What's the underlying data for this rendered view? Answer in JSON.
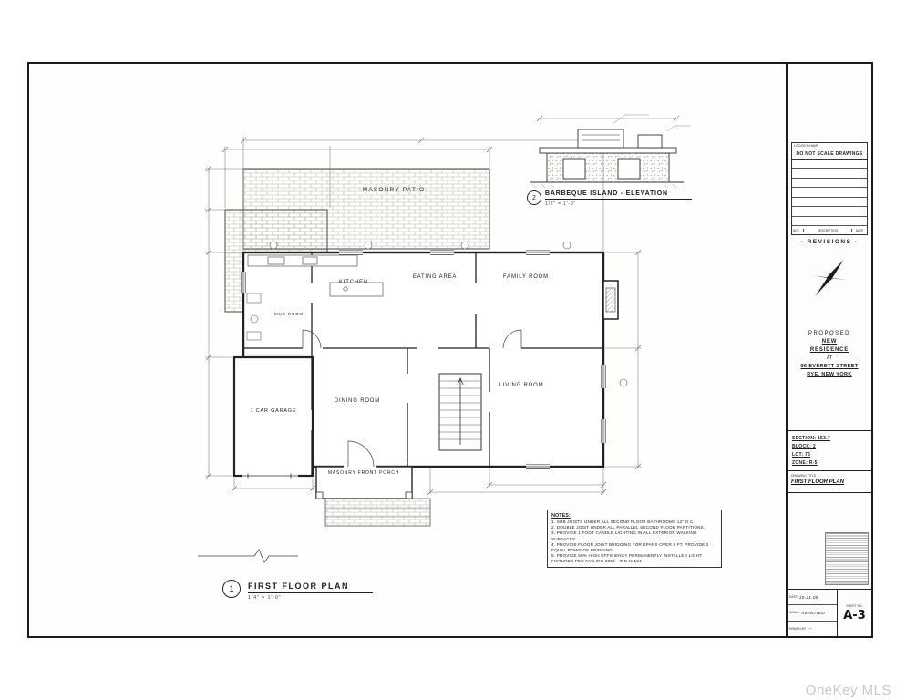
{
  "watermark": "OneKey MLS",
  "sheet": {
    "plan_callout": {
      "number": "1",
      "title": "FIRST FLOOR PLAN",
      "scale": "1/4\" = 1'-0\""
    },
    "detail_callout": {
      "number": "2",
      "title": "BARBEQUE ISLAND - ELEVATION",
      "scale": "1/2\" = 1'-0\""
    },
    "rooms": {
      "patio": "MASONRY PATIO",
      "kitchen": "KITCHEN",
      "eating": "EATING AREA",
      "family": "FAMILY ROOM",
      "mud": "MUD ROOM",
      "dining": "DINING ROOM",
      "living": "LIVING ROOM",
      "garage": "1 CAR GARAGE",
      "porch": "MASONRY FRONT PORCH"
    },
    "notes": {
      "heading": "NOTES:",
      "items": [
        "1. SUB JOISTS UNDER ALL SECOND FLOOR BATHROOMS 12\" O.C.",
        "2. DOUBLE JOIST UNDER ALL PARALLEL SECOND FLOOR PARTITIONS.",
        "3. PROVIDE 1 FOOT CANDLE LIGHTING IN ALL EXTERIOR WALKING SURFACES.",
        "4. PROVIDE FLOOR JOIST BRIDGING FOR SPANS OVER 8 FT. PROVIDE 2 EQUAL ROWS OF BRIDGING.",
        "5. PROVIDE 50% HIGH EFFICIENCY PERMANENTLY INSTALLED LIGHT FIXTURES PER NYS IRC 2020 - IRC N1104."
      ]
    },
    "title_block": {
      "location_map": "LOCATION MAP",
      "do_not_scale": "DO NOT SCALE DRAWINGS",
      "rev_no": "NO.",
      "rev_desc": "DESCRIPTION",
      "rev_date": "DATE",
      "revisions": "- REVISIONS -",
      "proposed": "PROPOSED",
      "line_new": "NEW",
      "line_residence": "RESIDENCE",
      "at": "AT",
      "address1": "86 EVERETT STREET",
      "address2": "RYE, NEW YORK",
      "section": "SECTION: 153.7",
      "block": "BLOCK: 2",
      "lot": "LOT: 76",
      "zone": "ZONE: R-5",
      "drawing_title_label": "DRAWING TITLE",
      "drawing_title": "FIRST FLOOR PLAN",
      "date_label": "DATE",
      "date_value": "10-21-09",
      "scale_label": "SCALE",
      "scale_value": "AS NOTED",
      "drawn_label": "DRAWN BY",
      "drawn_value": "—",
      "sheet_label": "SHEET NO.",
      "sheet_value": "A-3"
    }
  }
}
